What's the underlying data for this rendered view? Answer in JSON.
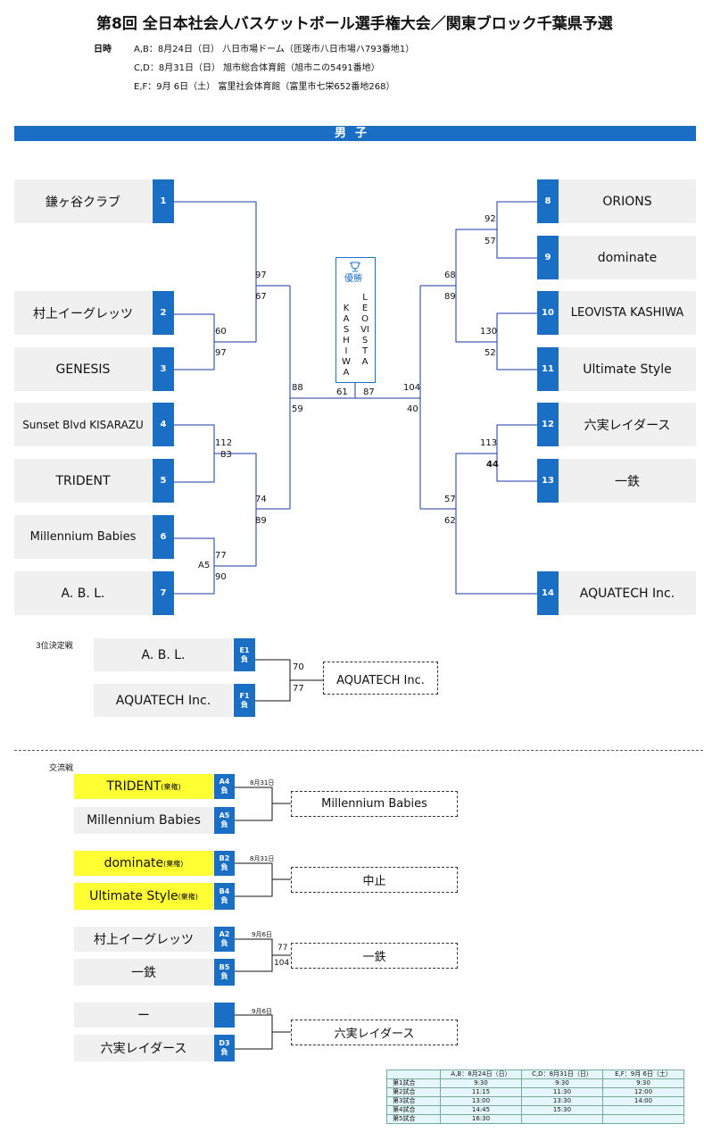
{
  "header": {
    "title": "第8回 全日本社会人バスケットボール選手権大会／関東ブロック千葉県予選",
    "date_label": "日時",
    "venues": [
      "A,B：8月24日（日） 八日市場ドーム（匝瑳市八日市場ハ793番地1）",
      "C,D：8月31日（日） 旭市総合体育館（旭市ニの5491番地）",
      "E,F：9月 6日（土） 富里社会体育館（富里市七栄652番地268）"
    ]
  },
  "section": {
    "men": "男子"
  },
  "left_teams": [
    {
      "name": "鎌ヶ谷クラブ",
      "num": "1"
    },
    {
      "name": "村上イーグレッツ",
      "num": "2"
    },
    {
      "name": "GENESIS",
      "num": "3"
    },
    {
      "name": "Sunset Blvd KISARAZU",
      "num": "4"
    },
    {
      "name": "TRIDENT",
      "num": "5"
    },
    {
      "name": "Millennium Babies",
      "num": "6"
    },
    {
      "name": "A. B. L.",
      "num": "7"
    }
  ],
  "right_teams": [
    {
      "name": "ORIONS",
      "num": "8"
    },
    {
      "name": "dominate",
      "num": "9"
    },
    {
      "name": "LEOVISTA KASHIWA",
      "num": "10"
    },
    {
      "name": "Ultimate Style",
      "num": "11"
    },
    {
      "name": "六実レイダース",
      "num": "12"
    },
    {
      "name": "一鉄",
      "num": "13"
    },
    {
      "name": "AQUATECH Inc.",
      "num": "14"
    }
  ],
  "scores": {
    "s97a": "97",
    "s67": "67",
    "s60": "60",
    "s97b": "97",
    "s112": "112",
    "s83": "83",
    "s77": "77",
    "s90": "90",
    "a5": "A5",
    "s74": "74",
    "s89": "89",
    "s88": "88",
    "s59": "59",
    "s92": "92",
    "s57a": "57",
    "s68": "68",
    "s89b": "89",
    "s130": "130",
    "s52": "52",
    "s113": "113",
    "s44": "44",
    "s57b": "57",
    "s62": "62",
    "s104": "104",
    "s40": "40",
    "f61": "61",
    "f87": "87"
  },
  "champion": {
    "label": "優勝",
    "icon": "trophy-icon",
    "col1": "KASHIWA",
    "col2": "LEOVISTA"
  },
  "third_place": {
    "label": "3位決定戦",
    "team1": "A. B. L.",
    "tag1a": "E1",
    "tag1b": "負",
    "team2": "AQUATECH Inc.",
    "tag2a": "F1",
    "tag2b": "負",
    "score1": "70",
    "score2": "77",
    "result_label": "3位",
    "result": "AQUATECH Inc."
  },
  "exchange": {
    "label": "交流戦",
    "matches": [
      {
        "t1": "TRIDENT",
        "t1_suffix": "(棄権)",
        "tag1a": "A4",
        "tag1b": "負",
        "t2": "Millennium Babies",
        "t2_suffix": "",
        "tag2a": "A5",
        "tag2b": "負",
        "date": "8月31日",
        "s1": "",
        "s2": "",
        "result": "Millennium Babies"
      },
      {
        "t1": "dominate",
        "t1_suffix": "(棄権)",
        "tag1a": "B2",
        "tag1b": "負",
        "t2": "Ultimate Style",
        "t2_suffix": "(棄権)",
        "tag2a": "B4",
        "tag2b": "負",
        "date": "8月31日",
        "s1": "",
        "s2": "",
        "result": "中止"
      },
      {
        "t1": "村上イーグレッツ",
        "t1_suffix": "",
        "tag1a": "A2",
        "tag1b": "負",
        "t2": "一鉄",
        "t2_suffix": "",
        "tag2a": "B5",
        "tag2b": "負",
        "date": "9月6日",
        "s1": "77",
        "s2": "104",
        "result": "一鉄"
      },
      {
        "t1": "ー",
        "t1_suffix": "",
        "tag1a": "",
        "tag1b": "",
        "t2": "六実レイダース",
        "t2_suffix": "",
        "tag2a": "D3",
        "tag2b": "負",
        "date": "9月6日",
        "s1": "",
        "s2": "",
        "result": "六実レイダース"
      }
    ]
  },
  "schedule": {
    "headers": [
      "",
      "A,B：8月24日（日）",
      "C,D：8月31日（日）",
      "E,F：9月 6日（土）"
    ],
    "rows": [
      [
        "第1試合",
        "9:30",
        "9:30",
        "9:30"
      ],
      [
        "第2試合",
        "11:15",
        "11:30",
        "12:00"
      ],
      [
        "第3試合",
        "13:00",
        "13:30",
        "14:00"
      ],
      [
        "第4試合",
        "14:45",
        "15:30",
        ""
      ],
      [
        "第5試合",
        "16:30",
        "",
        ""
      ]
    ]
  },
  "colors": {
    "accent": "#1a6fc4",
    "highlight": "#ffff33",
    "team_bg": "#f0f0f0"
  }
}
